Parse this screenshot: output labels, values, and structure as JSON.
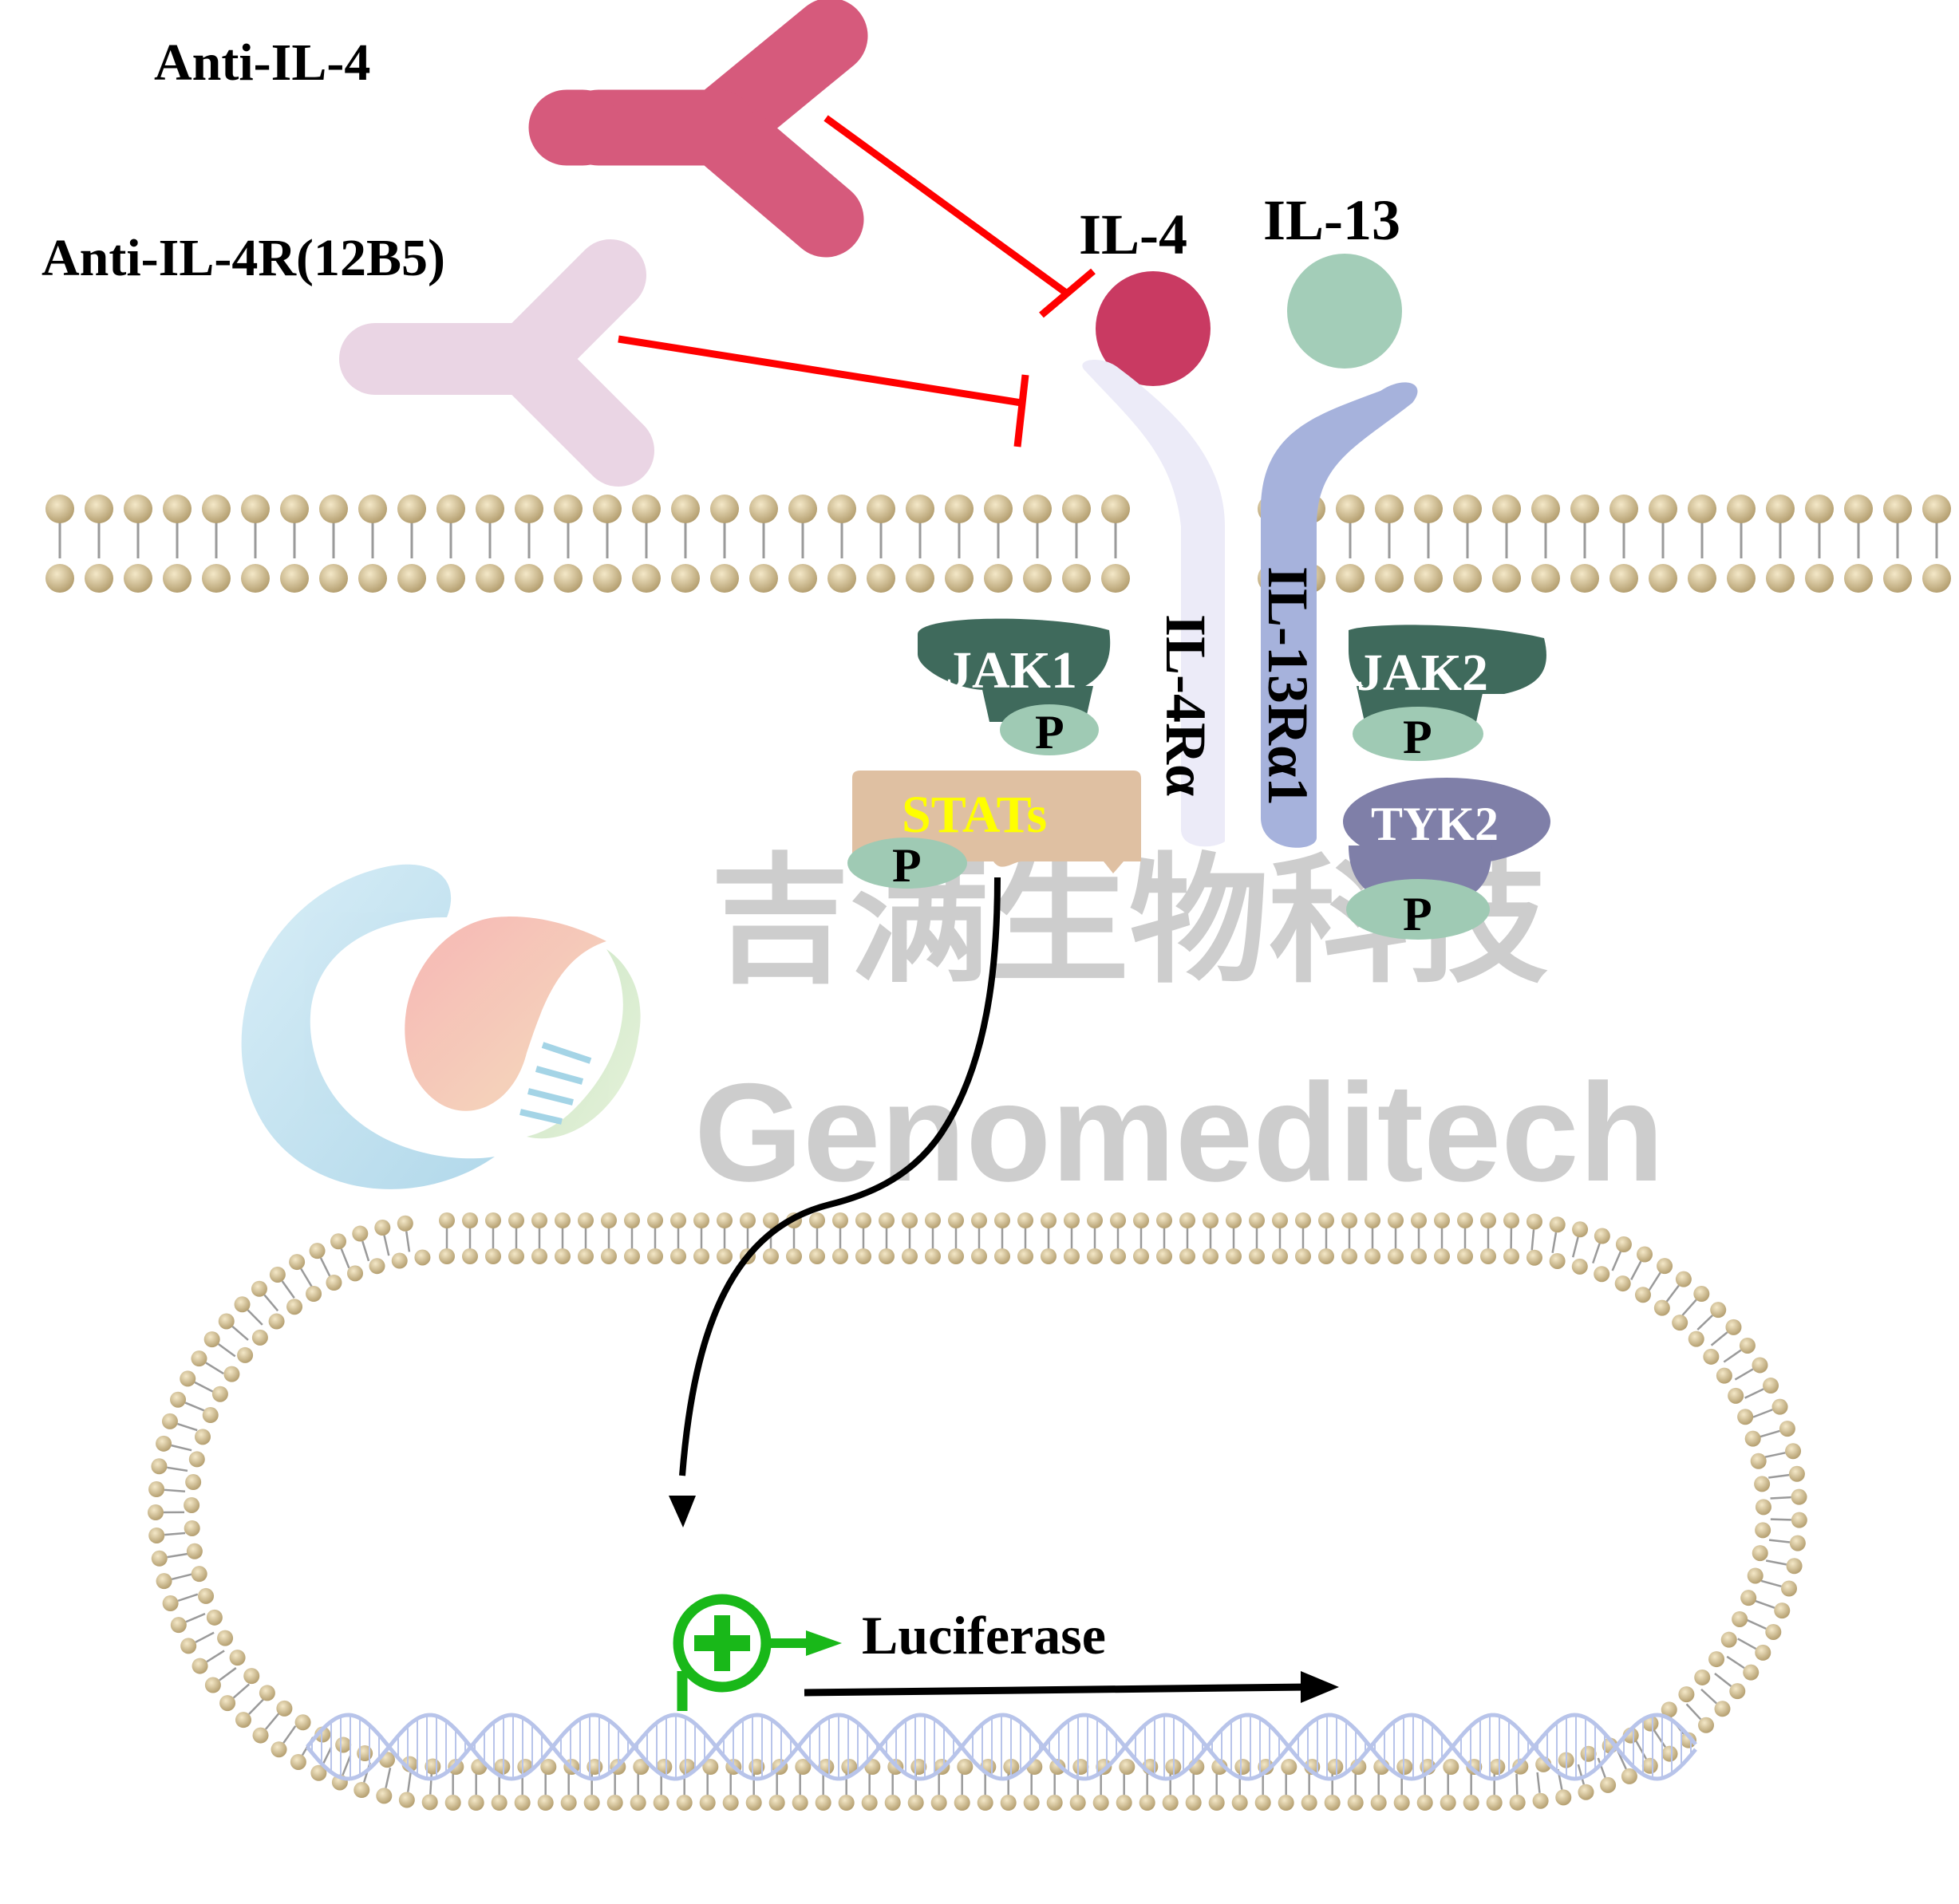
{
  "labels": {
    "anti_il4": "Anti-IL-4",
    "anti_il4r": "Anti-IL-4R(12B5)",
    "il4": "IL-4",
    "il13": "IL-13",
    "il4ra": "IL-4Rα",
    "il13ra1": "IL-13Rα1",
    "jak1": "JAK1",
    "jak2": "JAK2",
    "tyk2": "TYK2",
    "stats": "STATs",
    "phospho": "P",
    "luciferase": "Luciferase"
  },
  "watermark": {
    "chinese": "吉满生物科技",
    "english": "Genomeditech"
  },
  "colors": {
    "anti_il4": "#d65a7c",
    "anti_il4r": "#ead5e4",
    "il4": "#c93a62",
    "il13": "#a3cdb8",
    "il4ra": "#ecebf8",
    "il13ra1": "#a6b2dc",
    "jak": "#3f6a5c",
    "tyk2": "#7f7fa8",
    "phospho": "#9fcab4",
    "stats_box": "#dfc0a2",
    "stats_text": "#ffff00",
    "inhibit": "#ff0000",
    "promoter": "#19b819",
    "lipid": "#cbb58a",
    "dna": "#b8c4ea",
    "watermark": "#c8c8c8"
  }
}
